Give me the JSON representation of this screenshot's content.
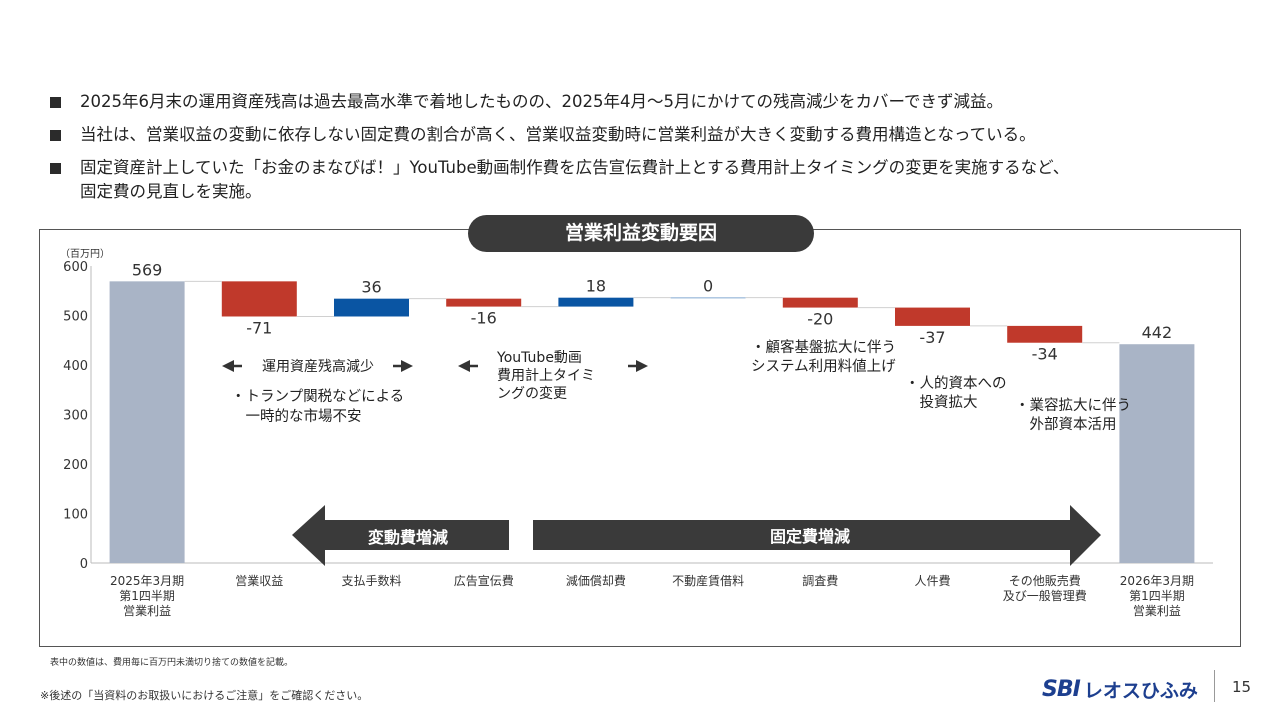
{
  "bullets": [
    {
      "lines": [
        "2025年6月末の運用資産残高は過去最高水準で着地したものの、2025年4月～5月にかけての残高減少をカバーできず減益。"
      ]
    },
    {
      "lines": [
        "当社は、営業収益の変動に依存しない固定費の割合が高く、営業収益変動時に営業利益が大きく変動する費用構造となっている。"
      ]
    },
    {
      "lines": [
        "固定資産計上していた「お金のまなびば！」YouTube動画制作費を広告宣伝費計上とする費用計上タイミングの変更を実施するなど、",
        "固定費の見直しを実施。"
      ]
    }
  ],
  "chart_title": "営業利益変動要因",
  "chart_data": {
    "type": "waterfall",
    "unit_label": "（百万円）",
    "ylim": [
      0,
      600
    ],
    "yticks": [
      0,
      100,
      200,
      300,
      400,
      500,
      600
    ],
    "categories": [
      [
        "2025年3月期",
        "第1四半期",
        "営業利益"
      ],
      [
        "営業収益"
      ],
      [
        "支払手数料"
      ],
      [
        "広告宣伝費"
      ],
      [
        "減価償却費"
      ],
      [
        "不動産賃借料"
      ],
      [
        "調査費"
      ],
      [
        "人件費"
      ],
      [
        "その他販売費",
        "及び一般管理費"
      ],
      [
        "2026年3月期",
        "第1四半期",
        "営業利益"
      ]
    ],
    "bars": [
      {
        "kind": "total",
        "value": 569,
        "label": "569"
      },
      {
        "kind": "delta",
        "value": -71,
        "label": "-71"
      },
      {
        "kind": "delta",
        "value": 36,
        "label": "36"
      },
      {
        "kind": "delta",
        "value": -16,
        "label": "-16"
      },
      {
        "kind": "delta",
        "value": 18,
        "label": "18"
      },
      {
        "kind": "delta",
        "value": 0,
        "label": "0"
      },
      {
        "kind": "delta",
        "value": -20,
        "label": "-20"
      },
      {
        "kind": "delta",
        "value": -37,
        "label": "-37"
      },
      {
        "kind": "delta",
        "value": -34,
        "label": "-34"
      },
      {
        "kind": "total",
        "value": 442,
        "label": "442"
      }
    ],
    "colors": {
      "total": "#a9b4c6",
      "increase": "#0a55a3",
      "decrease": "#c0392b",
      "arrow": "#3a3a3a",
      "axis": "#bbbbbb"
    },
    "annotations": [
      {
        "id": "asset-decline",
        "lines": [
          "運用資産残高減少"
        ],
        "has_arrows": true
      },
      {
        "id": "tariff-note",
        "lines": [
          "・トランプ関税などによる",
          "　一時的な市場不安"
        ]
      },
      {
        "id": "youtube-note",
        "lines": [
          "YouTube動画",
          "費用計上タイミ",
          "ングの変更"
        ],
        "has_arrows": true
      },
      {
        "id": "system-note",
        "lines": [
          "・顧客基盤拡大に伴う",
          "システム利用料値上げ"
        ]
      },
      {
        "id": "hr-note",
        "lines": [
          "・人的資本への",
          "　投資拡大"
        ]
      },
      {
        "id": "outsource-note",
        "lines": [
          "・業容拡大に伴う",
          "　外部資本活用"
        ]
      }
    ],
    "group_arrows": [
      {
        "id": "variable",
        "label": "変動費増減"
      },
      {
        "id": "fixed",
        "label": "固定費増減"
      }
    ]
  },
  "footnote": "表中の数値は、費用毎に百万円未満切り捨ての数値を記載。",
  "notice": "※後述の「当資料のお取扱いにおけるご注意」をご確認ください。",
  "logo": {
    "mark": "SBI",
    "name": "レオスひふみ"
  },
  "page_number": "15"
}
